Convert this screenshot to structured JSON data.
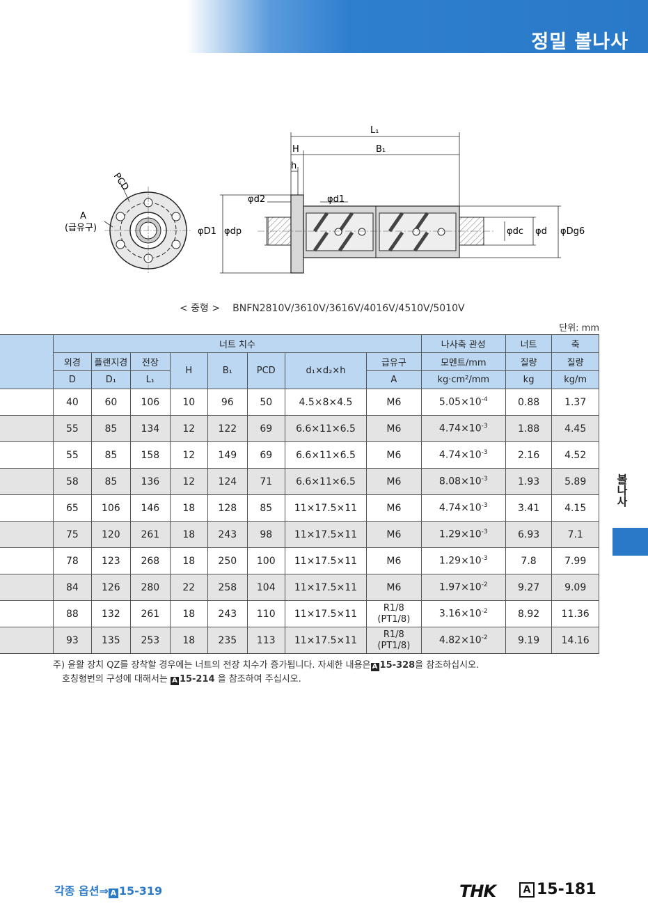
{
  "header": {
    "title": "정밀 볼나사"
  },
  "diagram": {
    "labels": {
      "L1": "L₁",
      "H": "H",
      "B1": "B₁",
      "h": "h",
      "d2": "φd2",
      "d1": "φd1",
      "D1": "φD1",
      "dp": "φdp",
      "dc": "φdc",
      "d": "φd",
      "Dg6": "φDg6",
      "PCD": "PCD",
      "A": "A",
      "A_sub": "(급유구)"
    }
  },
  "caption": {
    "prefix": "< 중형 >",
    "models": "BNFN2810V/3610V/3616V/4016V/4510V/5010V"
  },
  "unit": "단위: mm",
  "table": {
    "group_nut": "너트 치수",
    "group_inertia": "나사축 관성",
    "group_nut_mass": "너트",
    "group_shaft_mass": "축",
    "col_outer": "외경",
    "col_flange": "플랜지경",
    "col_length": "전장",
    "col_oil": "급유구",
    "col_moment": "모멘트/mm",
    "col_mass1": "질량",
    "col_mass2": "질량",
    "sym_D": "D",
    "sym_D1": "D₁",
    "sym_L1": "L₁",
    "sym_H": "H",
    "sym_B1": "B₁",
    "sym_PCD": "PCD",
    "sym_dxd": "d₁×d₂×h",
    "sym_A": "A",
    "sym_moment": "kg·cm²/mm",
    "sym_kg": "kg",
    "sym_kgm": "kg/m",
    "rows": [
      {
        "D": "40",
        "D1": "60",
        "L1": "106",
        "H": "10",
        "B1": "96",
        "PCD": "50",
        "dd": "4.5×8×4.5",
        "A": "M6",
        "A2": "",
        "m": "5.05×10",
        "e": "-4",
        "nut": "0.88",
        "shaft": "1.37"
      },
      {
        "D": "55",
        "D1": "85",
        "L1": "134",
        "H": "12",
        "B1": "122",
        "PCD": "69",
        "dd": "6.6×11×6.5",
        "A": "M6",
        "A2": "",
        "m": "4.74×10",
        "e": "-3",
        "nut": "1.88",
        "shaft": "4.45"
      },
      {
        "D": "55",
        "D1": "85",
        "L1": "158",
        "H": "12",
        "B1": "149",
        "PCD": "69",
        "dd": "6.6×11×6.5",
        "A": "M6",
        "A2": "",
        "m": "4.74×10",
        "e": "-3",
        "nut": "2.16",
        "shaft": "4.52"
      },
      {
        "D": "58",
        "D1": "85",
        "L1": "136",
        "H": "12",
        "B1": "124",
        "PCD": "71",
        "dd": "6.6×11×6.5",
        "A": "M6",
        "A2": "",
        "m": "8.08×10",
        "e": "-3",
        "nut": "1.93",
        "shaft": "5.89"
      },
      {
        "D": "65",
        "D1": "106",
        "L1": "146",
        "H": "18",
        "B1": "128",
        "PCD": "85",
        "dd": "11×17.5×11",
        "A": "M6",
        "A2": "",
        "m": "4.74×10",
        "e": "-3",
        "nut": "3.41",
        "shaft": "4.15"
      },
      {
        "D": "75",
        "D1": "120",
        "L1": "261",
        "H": "18",
        "B1": "243",
        "PCD": "98",
        "dd": "11×17.5×11",
        "A": "M6",
        "A2": "",
        "m": "1.29×10",
        "e": "-3",
        "nut": "6.93",
        "shaft": "7.1"
      },
      {
        "D": "78",
        "D1": "123",
        "L1": "268",
        "H": "18",
        "B1": "250",
        "PCD": "100",
        "dd": "11×17.5×11",
        "A": "M6",
        "A2": "",
        "m": "1.29×10",
        "e": "-3",
        "nut": "7.8",
        "shaft": "7.99"
      },
      {
        "D": "84",
        "D1": "126",
        "L1": "280",
        "H": "22",
        "B1": "258",
        "PCD": "104",
        "dd": "11×17.5×11",
        "A": "M6",
        "A2": "",
        "m": "1.97×10",
        "e": "-2",
        "nut": "9.27",
        "shaft": "9.09"
      },
      {
        "D": "88",
        "D1": "132",
        "L1": "261",
        "H": "18",
        "B1": "243",
        "PCD": "110",
        "dd": "11×17.5×11",
        "A": "R1/8",
        "A2": "(PT1/8)",
        "m": "3.16×10",
        "e": "-2",
        "nut": "8.92",
        "shaft": "11.36"
      },
      {
        "D": "93",
        "D1": "135",
        "L1": "253",
        "H": "18",
        "B1": "235",
        "PCD": "113",
        "dd": "11×17.5×11",
        "A": "R1/8",
        "A2": "(PT1/8)",
        "m": "4.82×10",
        "e": "-2",
        "nut": "9.19",
        "shaft": "14.16"
      }
    ]
  },
  "notes": {
    "line1_a": "주) 윤활 장치 QZ를 장착할 경우에는 너트의 전장 치수가 증가됩니다. 자세한 내용은",
    "line1_box": "A",
    "line1_ref": "15-328",
    "line1_b": "을 참조하십시오.",
    "line2_a": "호칭형번의 구성에 대해서는",
    "line2_box": "A",
    "line2_ref": "15-214",
    "line2_b": " 을 참조하여 주십시오."
  },
  "side": {
    "label": "볼나사"
  },
  "footer": {
    "left_text": "각종 옵션⇒",
    "left_box": "A",
    "left_ref": "15-319",
    "brand": "THK",
    "page_box": "A",
    "page_no": "15-181"
  }
}
